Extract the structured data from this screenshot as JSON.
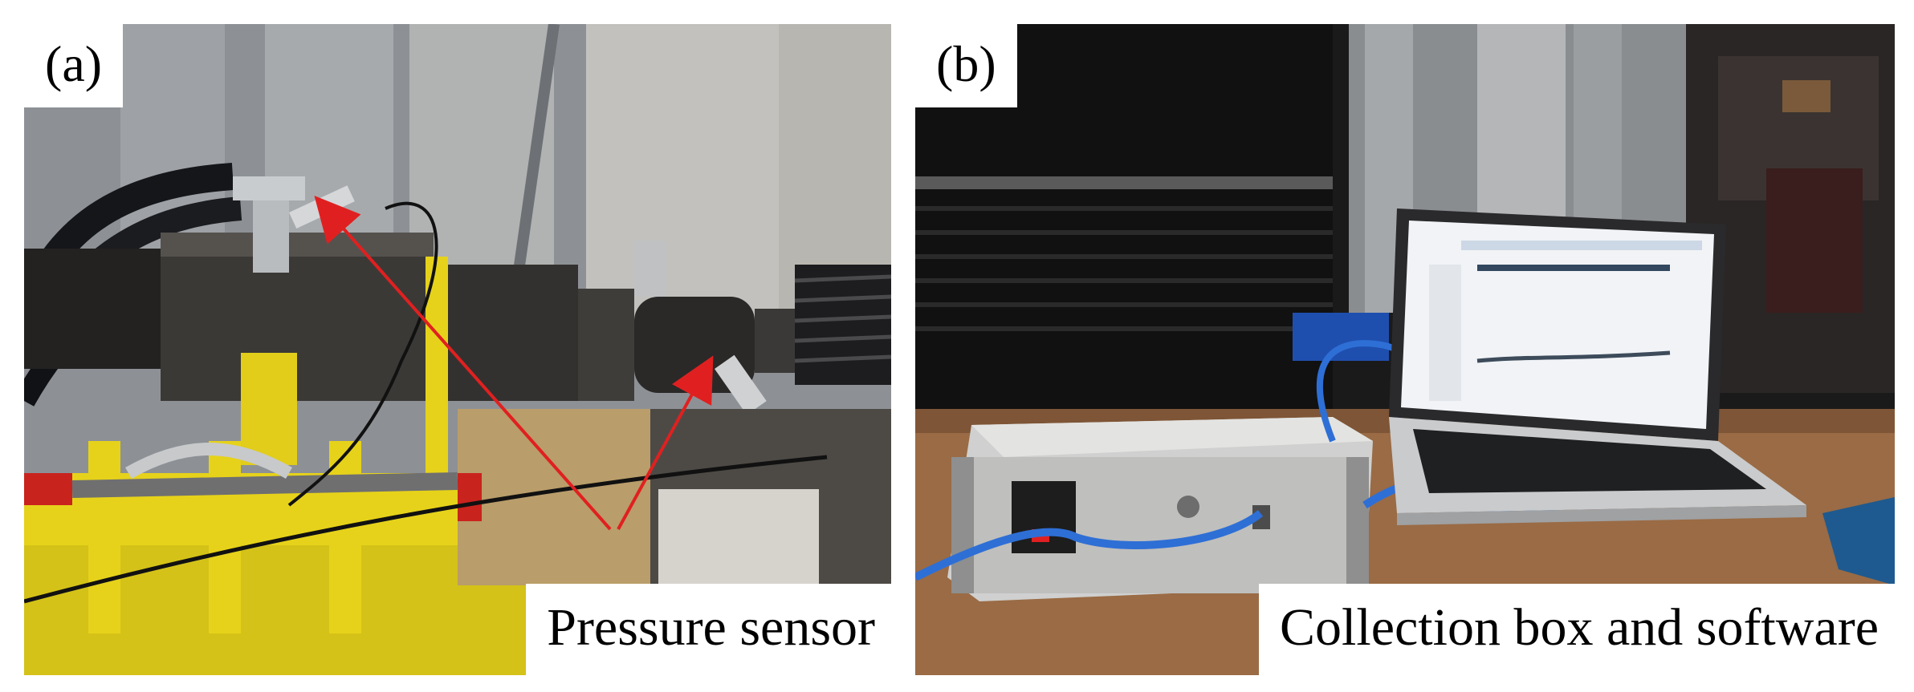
{
  "panel_a": {
    "tag": "(a)",
    "caption": "Pressure sensor"
  },
  "panel_b": {
    "tag": "(b)",
    "caption": "Collection box and software"
  },
  "colors": {
    "arrow": "#e02020",
    "frame_yellow": "#e6d21a",
    "cable_blue": "#2e6fd6",
    "cylinder_dark": "#2f2d2b",
    "desk": "#9a6b45"
  }
}
